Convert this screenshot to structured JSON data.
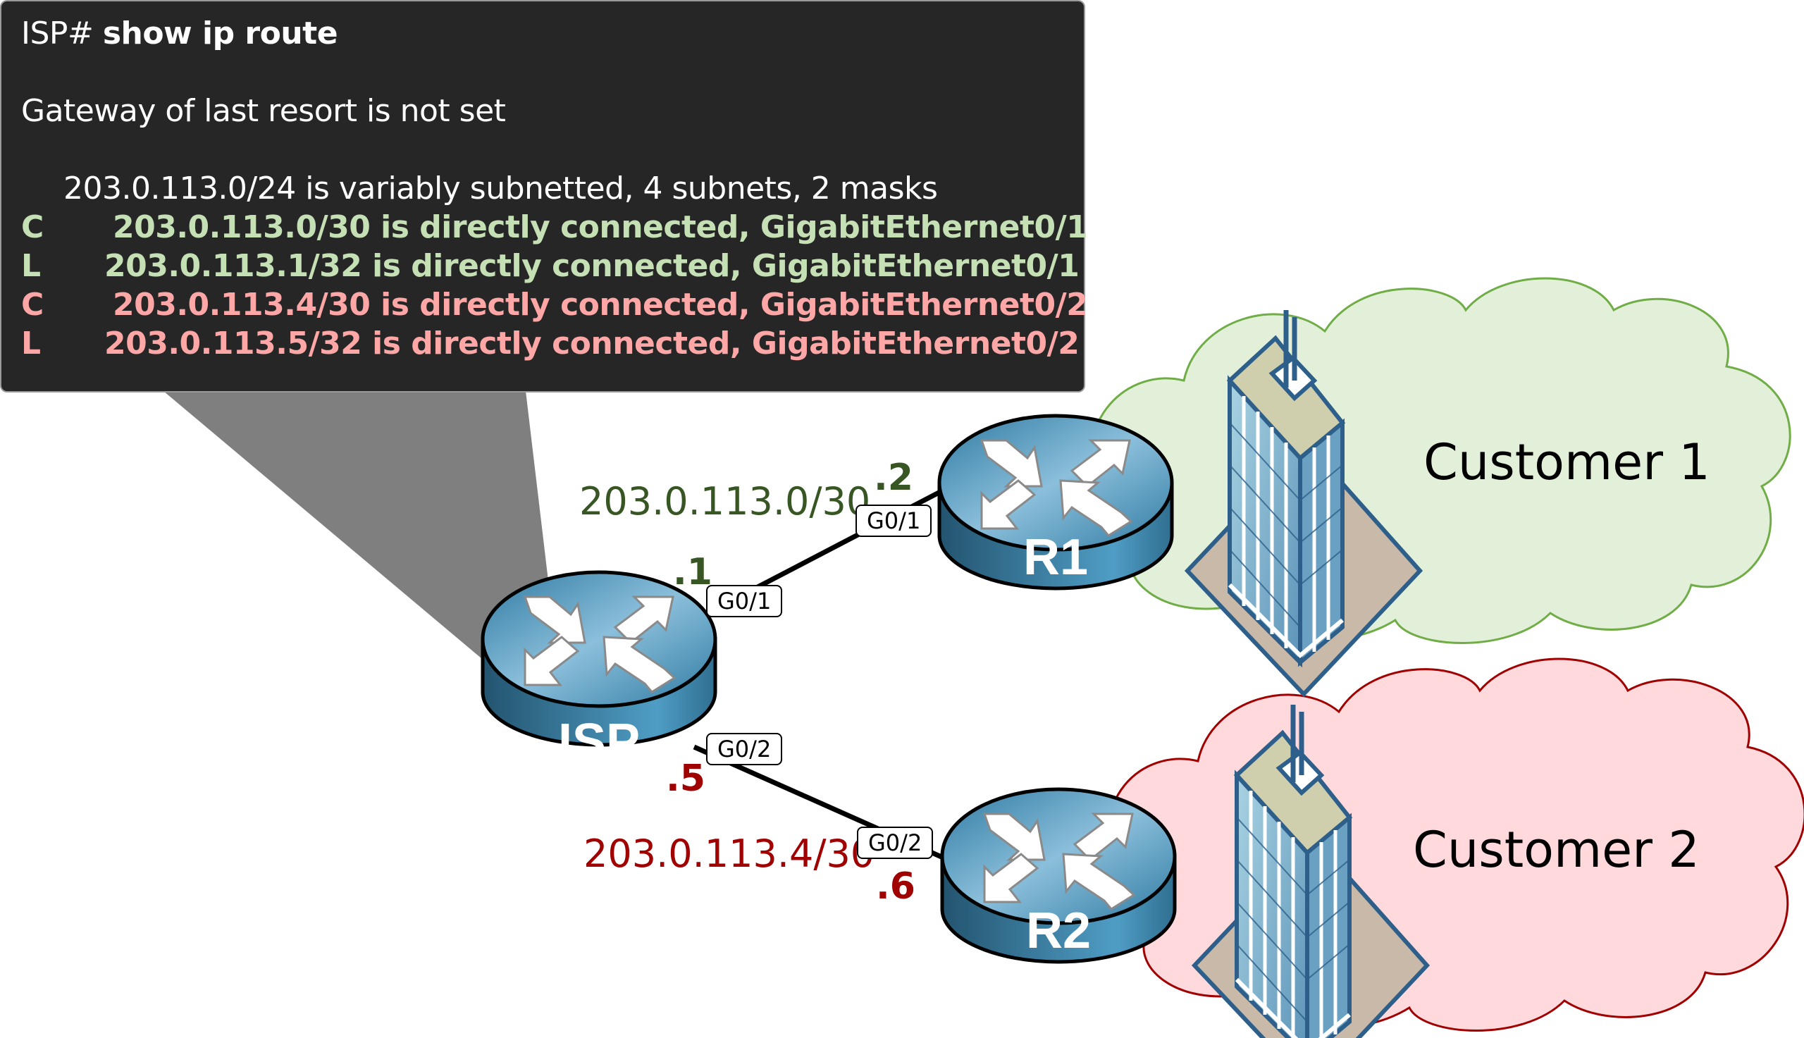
{
  "terminal": {
    "prompt": "ISP#",
    "command": "show ip route",
    "gateway_line": "Gateway of last resort is not set",
    "subnet_summary": "203.0.113.0/24 is variably subnetted, 4 subnets, 2 masks",
    "routes": [
      {
        "code": "C",
        "text": "203.0.113.0/30 is directly connected, GigabitEthernet0/1",
        "color": "#c5e0b4"
      },
      {
        "code": "L",
        "text": "203.0.113.1/32 is directly connected, GigabitEthernet0/1",
        "color": "#c5e0b4"
      },
      {
        "code": "C",
        "text": "203.0.113.4/30 is directly connected, GigabitEthernet0/2",
        "color": "#ffa6a6"
      },
      {
        "code": "L",
        "text": "203.0.113.5/32 is directly connected, GigabitEthernet0/2",
        "color": "#ffa6a6"
      }
    ]
  },
  "colors": {
    "terminal_bg": "#262626",
    "green_text": "#375623",
    "red_text": "#a00000",
    "cloud1_fill": "#e2f0d9",
    "cloud1_stroke": "#70ad47",
    "cloud2_fill": "#ffd9dc",
    "cloud2_stroke": "#a00000",
    "router_blue": "#3c87ad"
  },
  "routers": {
    "isp": {
      "name": "ISP",
      "icon": "router-icon"
    },
    "r1": {
      "name": "R1",
      "icon": "router-icon"
    },
    "r2": {
      "name": "R2",
      "icon": "router-icon"
    }
  },
  "links": [
    {
      "subnet": "203.0.113.0/30",
      "a": {
        "device": "ISP",
        "interface": "G0/1",
        "host": ".1"
      },
      "b": {
        "device": "R1",
        "interface": "G0/1",
        "host": ".2"
      }
    },
    {
      "subnet": "203.0.113.4/30",
      "a": {
        "device": "ISP",
        "interface": "G0/2",
        "host": ".5"
      },
      "b": {
        "device": "R2",
        "interface": "G0/2",
        "host": ".6"
      }
    }
  ],
  "customers": [
    {
      "name": "Customer 1",
      "icon": "office-building-icon"
    },
    {
      "name": "Customer 2",
      "icon": "office-building-icon"
    }
  ]
}
